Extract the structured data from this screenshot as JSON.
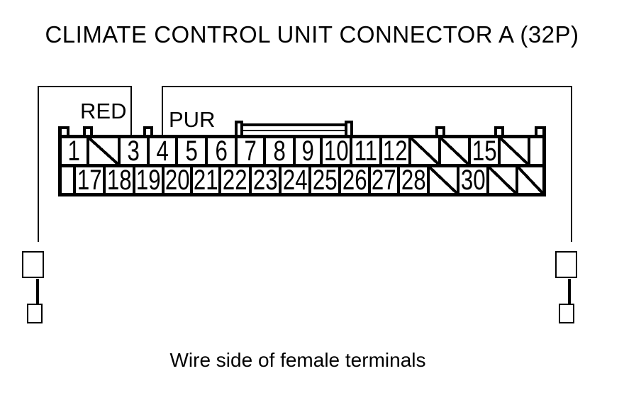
{
  "title": "CLIMATE CONTROL UNIT CONNECTOR A (32P)",
  "caption": "Wire side of female terminals",
  "wire_labels": {
    "left": "RED",
    "right": "PUR"
  },
  "colors": {
    "line": "#000000",
    "background": "#ffffff"
  },
  "connector": {
    "rows": 2,
    "top_row": [
      {
        "label": "1",
        "w": 35
      },
      {
        "slashed": true,
        "w": 44
      },
      {
        "label": "3",
        "w": 41
      },
      {
        "label": "4",
        "w": 40
      },
      {
        "label": "5",
        "w": 42
      },
      {
        "label": "6",
        "w": 42
      },
      {
        "label": "7",
        "w": 40
      },
      {
        "label": "8",
        "w": 42
      },
      {
        "label": "9",
        "w": 38
      },
      {
        "label": "10",
        "w": 42
      },
      {
        "label": "11",
        "w": 42
      },
      {
        "label": "12",
        "w": 41
      },
      {
        "slashed": true,
        "w": 42
      },
      {
        "slashed": true,
        "w": 42
      },
      {
        "label": "15",
        "w": 42
      },
      {
        "slashed": true,
        "w": 42
      },
      {
        "blank": true,
        "w": 21
      }
    ],
    "bottom_row": [
      {
        "blank": true,
        "w": 16
      },
      {
        "label": "17",
        "w": 42
      },
      {
        "label": "18",
        "w": 42
      },
      {
        "label": "19",
        "w": 41
      },
      {
        "label": "20",
        "w": 40
      },
      {
        "label": "21",
        "w": 40
      },
      {
        "label": "22",
        "w": 43
      },
      {
        "label": "23",
        "w": 42
      },
      {
        "label": "24",
        "w": 42
      },
      {
        "label": "25",
        "w": 42
      },
      {
        "label": "26",
        "w": 42
      },
      {
        "label": "27",
        "w": 41
      },
      {
        "label": "28",
        "w": 42
      },
      {
        "slashed": true,
        "w": 42
      },
      {
        "label": "30",
        "w": 42
      },
      {
        "slashed": true,
        "w": 41
      },
      {
        "slashed": true,
        "w": 38
      }
    ]
  }
}
